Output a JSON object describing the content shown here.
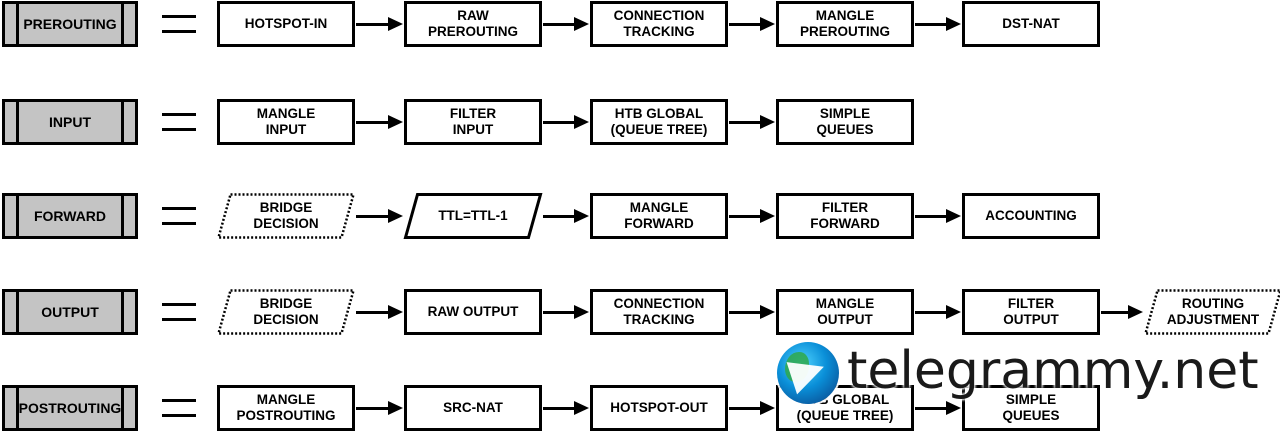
{
  "rows": [
    {
      "chain": "PREROUTING",
      "steps": [
        {
          "label": "HOTSPOT-IN",
          "shape": "rect"
        },
        {
          "label": "RAW PREROUTING",
          "shape": "rect"
        },
        {
          "label": "CONNECTION\nTRACKING",
          "shape": "rect"
        },
        {
          "label": "MANGLE\nPREROUTING",
          "shape": "rect"
        },
        {
          "label": "DST-NAT",
          "shape": "rect"
        }
      ]
    },
    {
      "chain": "INPUT",
      "steps": [
        {
          "label": "MANGLE\nINPUT",
          "shape": "rect"
        },
        {
          "label": "FILTER\nINPUT",
          "shape": "rect"
        },
        {
          "label": "HTB GLOBAL\n(QUEUE TREE)",
          "shape": "rect"
        },
        {
          "label": "SIMPLE\nQUEUES",
          "shape": "rect"
        }
      ]
    },
    {
      "chain": "FORWARD",
      "steps": [
        {
          "label": "BRIDGE\nDECISION",
          "shape": "para-dotted"
        },
        {
          "label": "TTL=TTL-1",
          "shape": "para-solid"
        },
        {
          "label": "MANGLE\nFORWARD",
          "shape": "rect"
        },
        {
          "label": "FILTER\nFORWARD",
          "shape": "rect"
        },
        {
          "label": "ACCOUNTING",
          "shape": "rect"
        }
      ]
    },
    {
      "chain": "OUTPUT",
      "steps": [
        {
          "label": "BRIDGE\nDECISION",
          "shape": "para-dotted"
        },
        {
          "label": "RAW OUTPUT",
          "shape": "rect"
        },
        {
          "label": "CONNECTION\nTRACKING",
          "shape": "rect"
        },
        {
          "label": "MANGLE\nOUTPUT",
          "shape": "rect"
        },
        {
          "label": "FILTER\nOUTPUT",
          "shape": "rect"
        },
        {
          "label": "ROUTING\nADJUSTMENT",
          "shape": "para-dotted"
        }
      ]
    },
    {
      "chain": "POSTROUTING",
      "steps": [
        {
          "label": "MANGLE\nPOSTROUTING",
          "shape": "rect"
        },
        {
          "label": "SRC-NAT",
          "shape": "rect"
        },
        {
          "label": "HOTSPOT-OUT",
          "shape": "rect"
        },
        {
          "label": "HTB GLOBAL\n(QUEUE TREE)",
          "shape": "rect"
        },
        {
          "label": "SIMPLE\nQUEUES",
          "shape": "rect"
        }
      ]
    }
  ],
  "watermark": {
    "text": "telegrammy.net",
    "icon": "telegram-globe-icon"
  }
}
